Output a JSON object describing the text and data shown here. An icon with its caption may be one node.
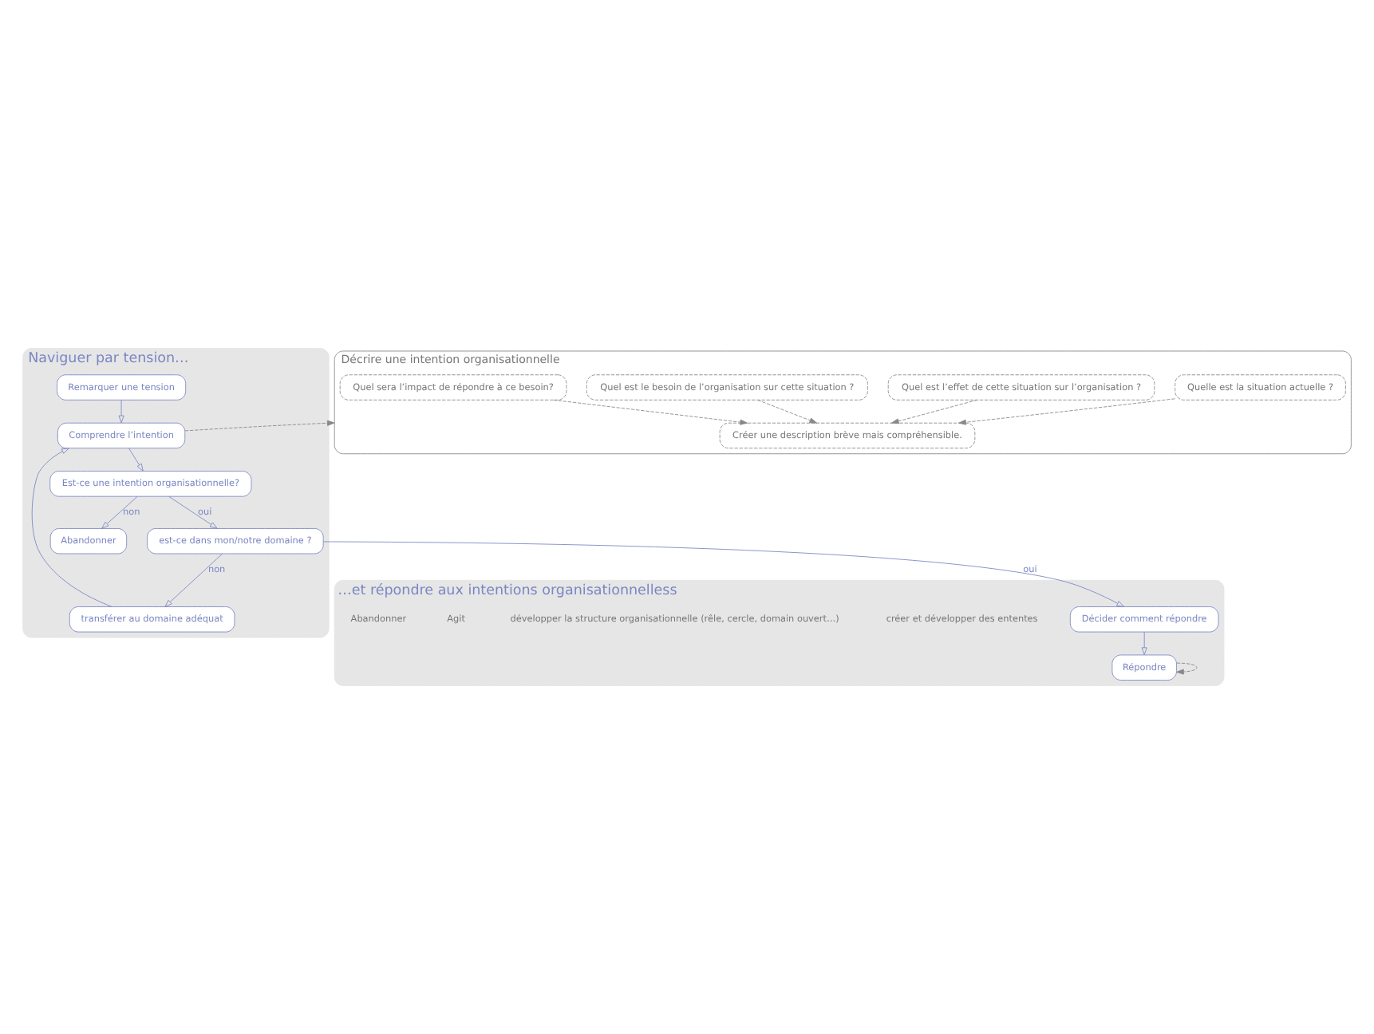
{
  "diagram": {
    "nodes": [
      {
        "text": [
          "Naviguer par tension…"
        ]
      },
      {
        "text": [
          "Remarquer une tension"
        ],
        "in": 0
      },
      {
        "text": [
          "Comprendre l’intention"
        ],
        "in": 0
      },
      {
        "text": [
          "Est-ce une intention organisationnelle?"
        ],
        "in": 0
      },
      {
        "text": [
          "Abandonner"
        ],
        "in": 0
      },
      {
        "text": [
          "est-ce dans mon/notre domaine ?"
        ],
        "in": 0
      },
      {
        "text": [
          "transférer au domaine adéquat"
        ],
        "in": 0
      },
      {
        "text": [
          "…et répondre aux intentions organisationnelless"
        ]
      },
      {
        "text": [
          "Décider comment répondre"
        ],
        "in": 7
      },
      {
        "text": [
          "Répondre"
        ],
        "in": 7
      },
      {
        "text": [
          "Décrire une intention organisationnelle"
        ]
      },
      {
        "text": [
          "Quelle est la situation actuelle ?"
        ],
        "in": 10
      },
      {
        "text": [
          "Quel est l’effet de cette situation sur l’organisation ?"
        ],
        "in": 10
      },
      {
        "text": [
          "Quel est le besoin de l’organisation sur cette situation ?"
        ],
        "in": 10
      },
      {
        "text": [
          "Quel sera l’impact de répondre à ce besoin?"
        ],
        "in": 10
      },
      {
        "text": [
          "Créer une description brève mais compréhensible."
        ],
        "in": 10
      }
    ],
    "edges": [
      {
        "from": 1,
        "to": 2,
        "arrow": "to"
      },
      {
        "from": 2,
        "to": 3,
        "arrow": "to"
      },
      {
        "from": 3,
        "to": 4,
        "arrow": "to",
        "label": "non"
      },
      {
        "from": 3,
        "to": 5,
        "arrow": "to",
        "label": "oui"
      },
      {
        "from": 5,
        "to": 6,
        "arrow": "to",
        "label": "non"
      },
      {
        "from": 6,
        "to": 2,
        "arrow": "to"
      },
      {
        "from": 5,
        "to": 8,
        "arrow": "to",
        "label": "oui"
      },
      {
        "from": 8,
        "to": 9,
        "arrow": "to"
      },
      {
        "from": 9,
        "to": 9,
        "arrow": "to",
        "style": "dashed",
        "color": "#888888"
      },
      {
        "from": 2,
        "to": 10,
        "arrow": "to",
        "style": "dashed",
        "color": "#888888"
      },
      {
        "from": 11,
        "to": 15,
        "arrow": "to",
        "style": "dashed",
        "color": "#888888"
      },
      {
        "from": 12,
        "to": 15,
        "arrow": "to",
        "style": "dashed",
        "color": "#888888"
      },
      {
        "from": 13,
        "to": 15,
        "arrow": "to",
        "style": "dashed",
        "color": "#888888"
      },
      {
        "from": 14,
        "to": 15,
        "arrow": "to",
        "style": "dashed",
        "color": "#888888"
      }
    ],
    "labels": [
      "créer et développer des ententes",
      "développer la structure organisationnelle (rêle, cercle, domain ouvert…)",
      "Agit",
      "Abandonner"
    ]
  }
}
